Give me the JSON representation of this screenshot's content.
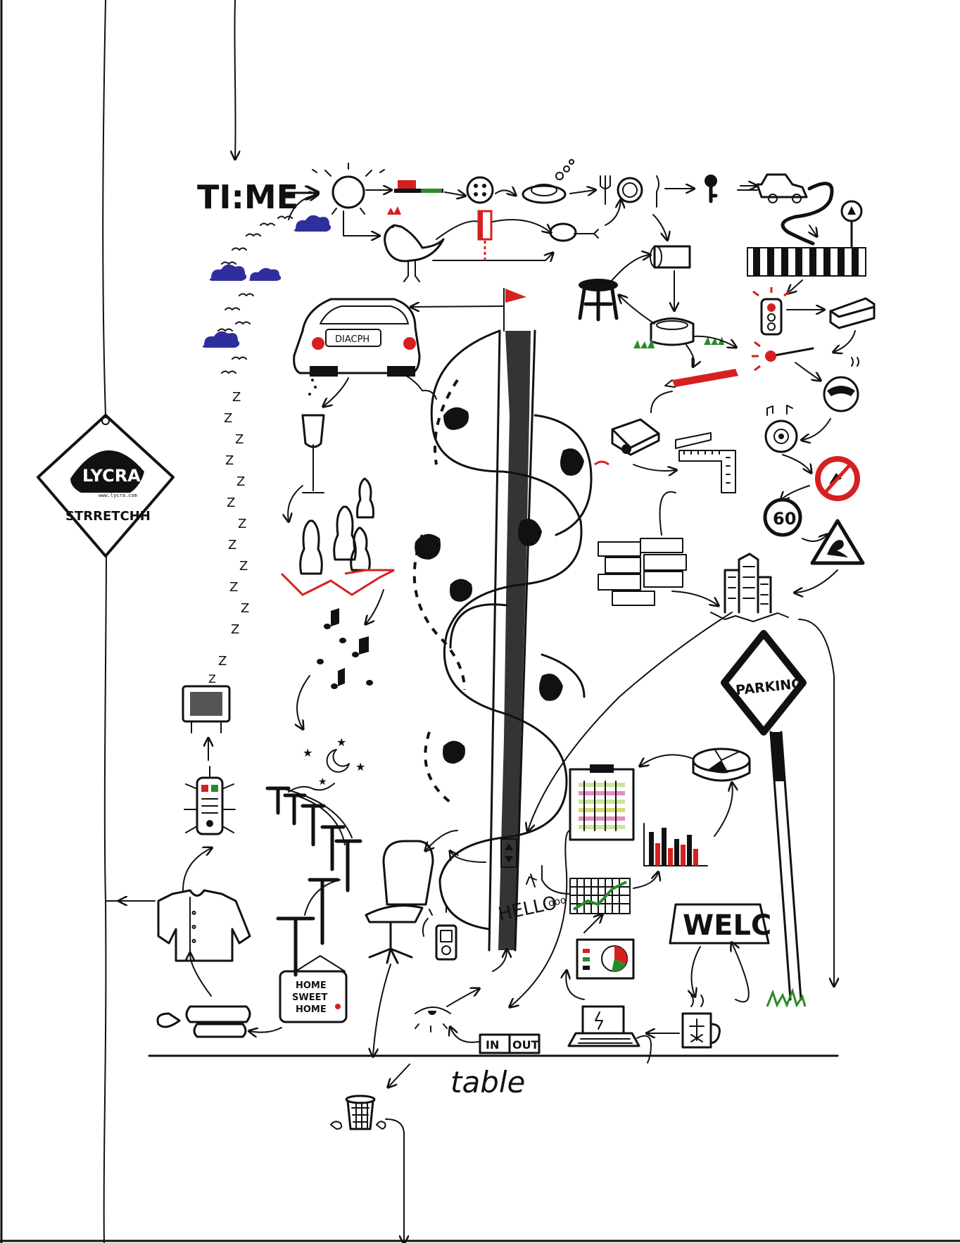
{
  "texts": {
    "time": "TI:ME",
    "lycra_brand": "LYCRA",
    "lycra_stretch": "STRRETCHH",
    "lycra_url": "www.lycra.com",
    "car_plate": "DIACPH",
    "parking_sign": "PARKING",
    "speed_limit": "60",
    "welcome_sign": "WELC",
    "hello": "HELLO",
    "hello_tail": "ooo",
    "home_sign_line1": "HOME",
    "home_sign_line2": "SWEET",
    "home_sign_line3": "HOME",
    "door_in": "IN",
    "door_out": "OUT",
    "table_label": "table",
    "sleep_z": "Z"
  },
  "colors": {
    "ink": "#111111",
    "accent_red": "#d62020",
    "cloud_blue": "#2f2f9c",
    "grass_green": "#2a8a2a"
  },
  "icons": [
    "alarm-clock-icon",
    "toothbrush-icon",
    "button-icon",
    "soap-dish-icon",
    "cutlery-icon",
    "key-icon",
    "car-icon",
    "rooster-icon",
    "razor-icon",
    "chicken-leg-icon",
    "toilet-roll-icon",
    "stool-icon",
    "stump-icon",
    "zebra-crossing-icon",
    "traffic-light-icon",
    "road-sign-icon",
    "pencil-icon",
    "sharpener-icon",
    "ruler-icon",
    "brick-wall-icon",
    "skyscrapers-icon",
    "no-overtaking-icon",
    "speed-limit-icon",
    "slippery-road-icon",
    "steering-wheel-icon",
    "radio-icon",
    "parking-sign-icon",
    "pie-chart-icon",
    "clipboard-icon",
    "bar-chart-icon",
    "line-chart-icon",
    "welcome-mat-icon",
    "coffee-mug-icon",
    "laptop-icon",
    "report-icon",
    "phone-icon",
    "eye-icon",
    "door-icon",
    "office-chair-icon",
    "elevator-icon",
    "champagne-icon",
    "bowling-pins-icon",
    "music-notes-icon",
    "moon-stars-icon",
    "remote-control-icon",
    "television-icon",
    "jacket-icon",
    "slippers-icon",
    "power-lines-icon",
    "trash-can-icon",
    "clouds-icon",
    "birds-icon",
    "cow-spotted-tower-icon"
  ]
}
